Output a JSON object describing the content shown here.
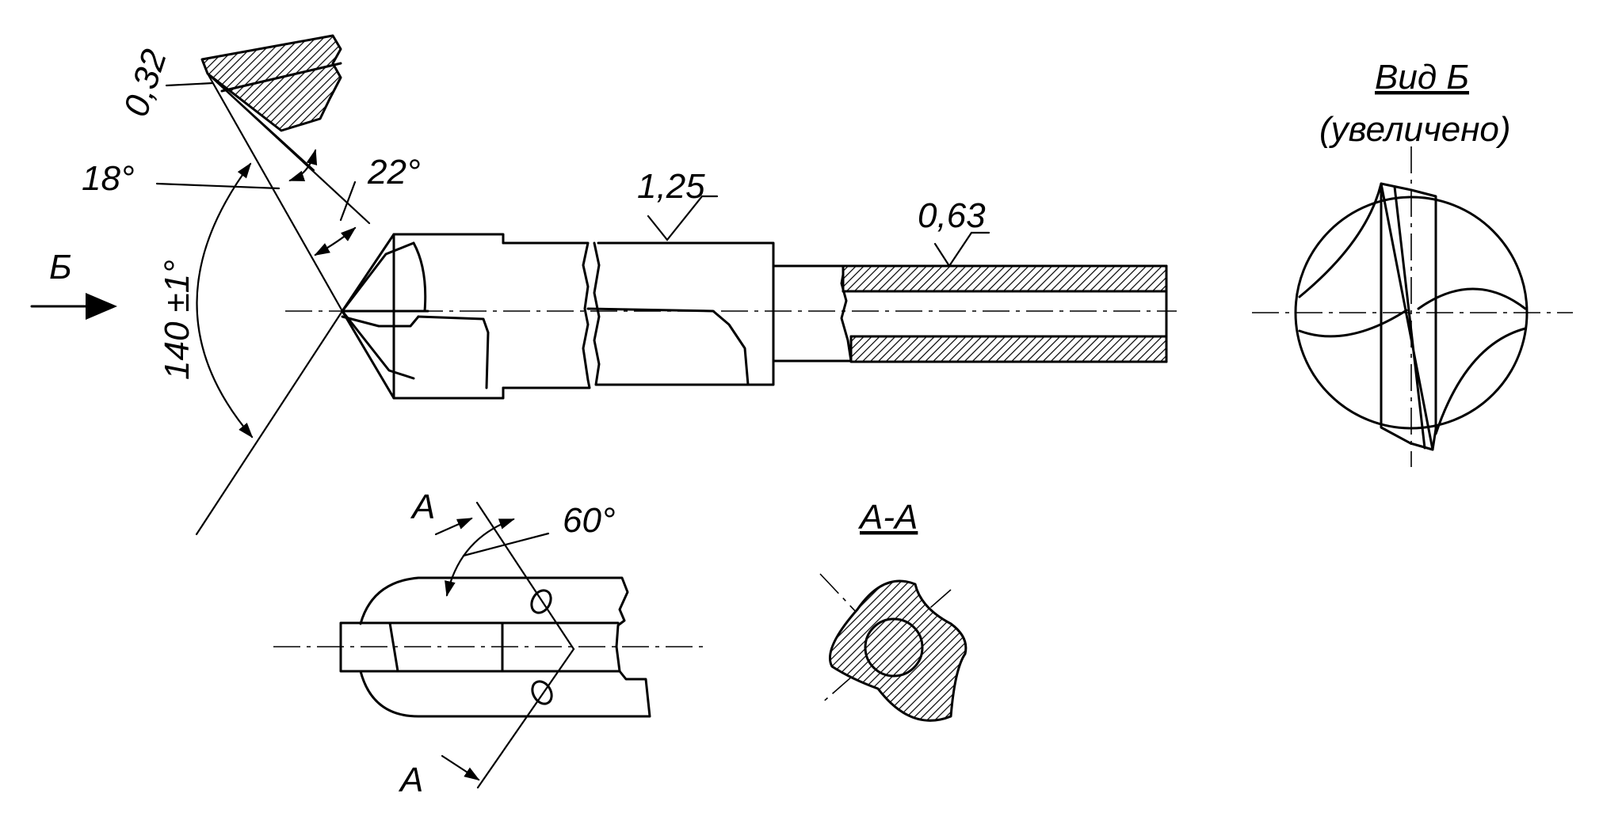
{
  "labels": {
    "roughness_chip": "0,32",
    "angle_18": "18°",
    "angle_22": "22°",
    "roughness_body": "1,25",
    "roughness_shank": "0,63",
    "view_arrow": "Б",
    "point_angle": "140 ±1°",
    "view_b_title": "Вид Б",
    "view_b_note": "(увеличено)",
    "section_mark_top": "А",
    "section_mark_bottom": "А",
    "angle_60": "60°",
    "section_title": "А-А"
  },
  "colors": {
    "line": "#000000",
    "background": "#ffffff"
  }
}
